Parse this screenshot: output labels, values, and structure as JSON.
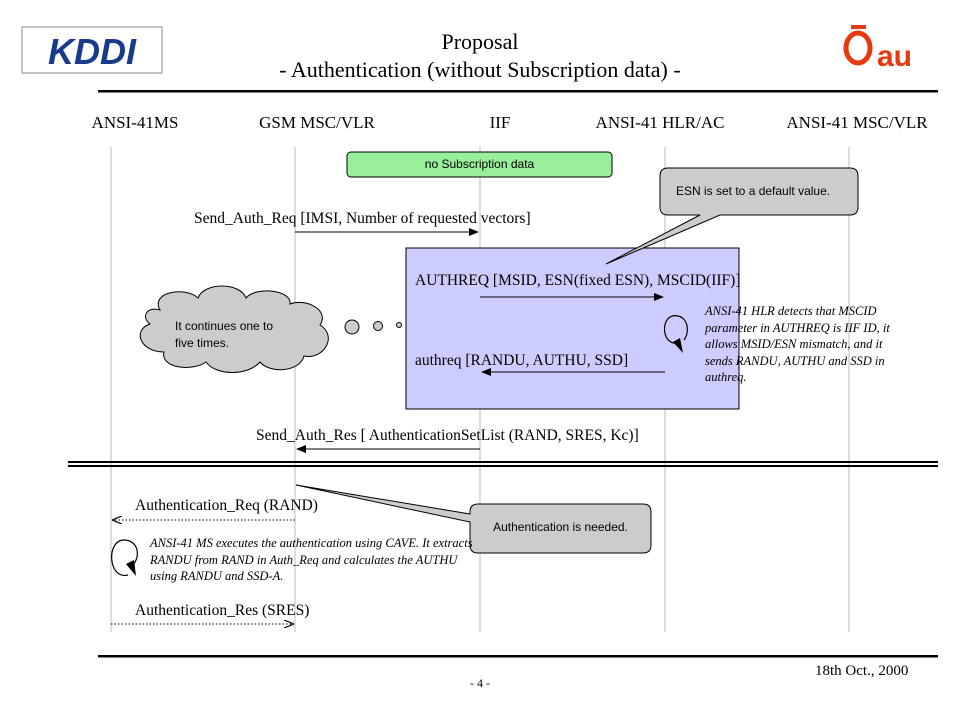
{
  "header": {
    "title_line1": "Proposal",
    "title_line2": "- Authentication (without Subscription data) -",
    "logo_left": "KDDI",
    "logo_right": "au",
    "colors": {
      "kddi_blue": "#1a3a8c",
      "au_orange": "#e8380d"
    }
  },
  "participants": [
    "ANSI-41MS",
    "GSM MSC/VLR",
    "IIF",
    "ANSI-41 HLR/AC",
    "ANSI-41 MSC/VLR"
  ],
  "labels": {
    "no_subscription": "no Subscription data",
    "esn_default": "ESN is set to a default value.",
    "continues": "It continues one to five times.",
    "auth_needed": "Authentication is needed."
  },
  "messages": {
    "send_auth_req": "Send_Auth_Req [IMSI, Number of requested vectors]",
    "authreq": "AUTHREQ [MSID, ESN(fixed ESN), MSCID(IIF)]",
    "authreq_res": "authreq [RANDU, AUTHU, SSD]",
    "send_auth_res": "Send_Auth_Res [ AuthenticationSetList (RAND, SRES, Kc)]",
    "authentication_req": "Authentication_Req (RAND)",
    "authentication_res": "Authentication_Res (SRES)"
  },
  "notes": {
    "hlr_note": "ANSI-41 HLR detects that MSCID parameter in AUTHREQ is IIF ID, it allows MSID/ESN mismatch, and it sends RANDU, AUTHU and SSD in authreq.",
    "ms_note": "ANSI-41 MS executes the authentication using CAVE. It extracts RANDU from RAND in Auth_Req and calculates the AUTHU using RANDU and SSD-A."
  },
  "footer": {
    "date": "18th Oct., 2000",
    "page": "- 4 -"
  }
}
